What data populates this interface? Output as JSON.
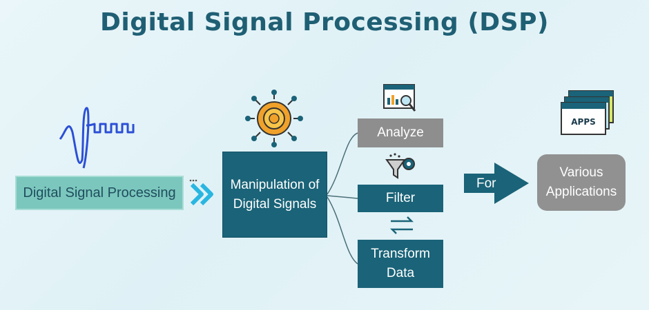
{
  "title": "Digital Signal Processing (DSP)",
  "nodes": {
    "dsp": "Digital Signal Processing",
    "manipulation": [
      "Manipulation of",
      "Digital Signals"
    ],
    "analyze": "Analyze",
    "filter": "Filter",
    "transform": [
      "Transform",
      "Data"
    ],
    "applications": [
      "Various",
      "Applications"
    ]
  },
  "arrow_label": "For",
  "icons": {
    "signal": "waveform-icon",
    "gear": "gear-circuit-icon",
    "analyze": "analytics-magnifier-icon",
    "filter": "funnel-gear-icon",
    "transform": "swap-arrows-icon",
    "apps": "apps-windows-icon"
  },
  "colors": {
    "title": "#1f5f74",
    "teal_dark": "#1a6378",
    "teal_light": "#7cc7bd",
    "gray": "#8e8e8e",
    "accent_cyan": "#29b6e0"
  }
}
